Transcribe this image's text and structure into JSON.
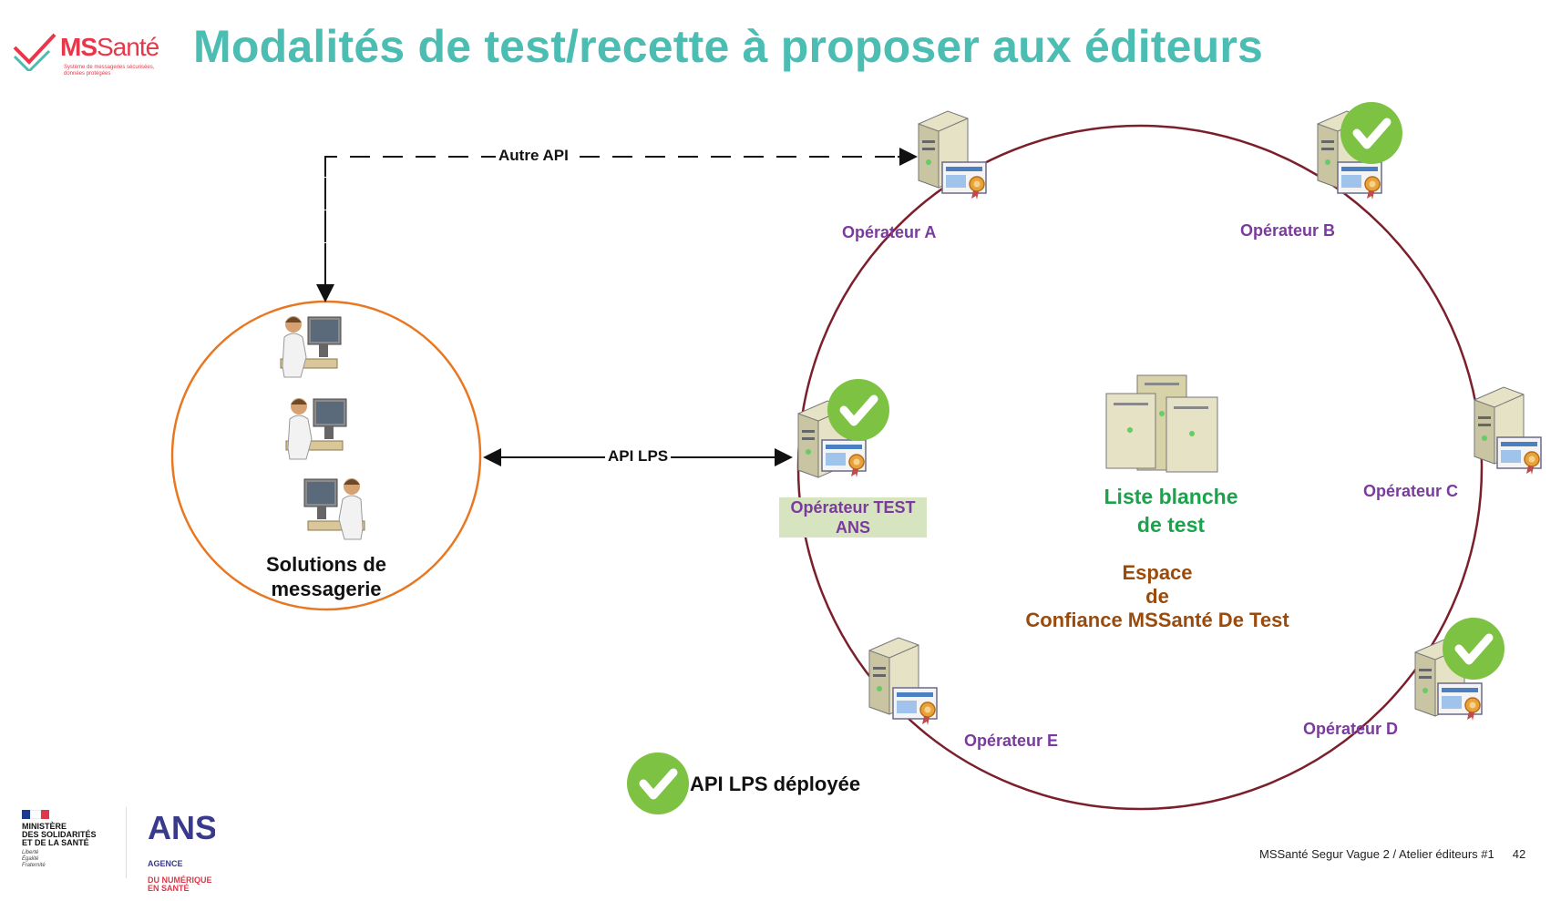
{
  "header": {
    "title": "Modalités de test/recette à proposer aux éditeurs",
    "logo": {
      "brand_ms": "MS",
      "brand_sante": "Santé",
      "tagline": "Système de messageries sécurisées, données protégées"
    }
  },
  "diagram": {
    "edges": {
      "autre_api": "Autre API",
      "api_lps": "API LPS"
    },
    "solutions_label": "Solutions de\nmessagerie",
    "operators": {
      "a": "Opérateur A",
      "b": "Opérateur B",
      "c": "Opérateur C",
      "d": "Opérateur D",
      "e": "Opérateur E",
      "test": "Opérateur TEST\nANS"
    },
    "whitelist_line1": "Liste blanche",
    "whitelist_line2": "de test",
    "trust_space": "Espace\nde\nConfiance MSSanté De Test",
    "legend": "API LPS déployée"
  },
  "colors": {
    "title": "#4bbdb3",
    "circle_left": "#e87722",
    "circle_right": "#7a1f2b",
    "operator_label": "#7a3a9e",
    "whitelist": "#1aa34a",
    "trust_space": "#9a4b0c",
    "check": "#7dc242"
  },
  "footer": {
    "ministry": "MINISTÈRE\nDES SOLIDARITÉS\nET DE LA SANTÉ",
    "motto": "Liberté\nÉgalité\nFraternité",
    "agency_line1": "AGENCE",
    "agency_line2": "DU NUMÉRIQUE\nEN SANTÉ",
    "agency_logo": "ANS",
    "event": "MSSanté Segur Vague 2 / Atelier éditeurs #1",
    "page": "42"
  }
}
